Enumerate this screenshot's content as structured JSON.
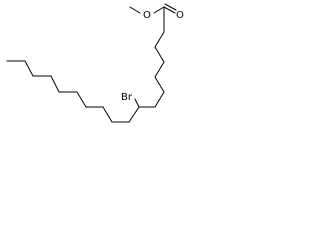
{
  "molecule": {
    "atoms": {
      "ester_oxygen": "O",
      "carbonyl_oxygen": "O",
      "bromine": "Br"
    }
  }
}
